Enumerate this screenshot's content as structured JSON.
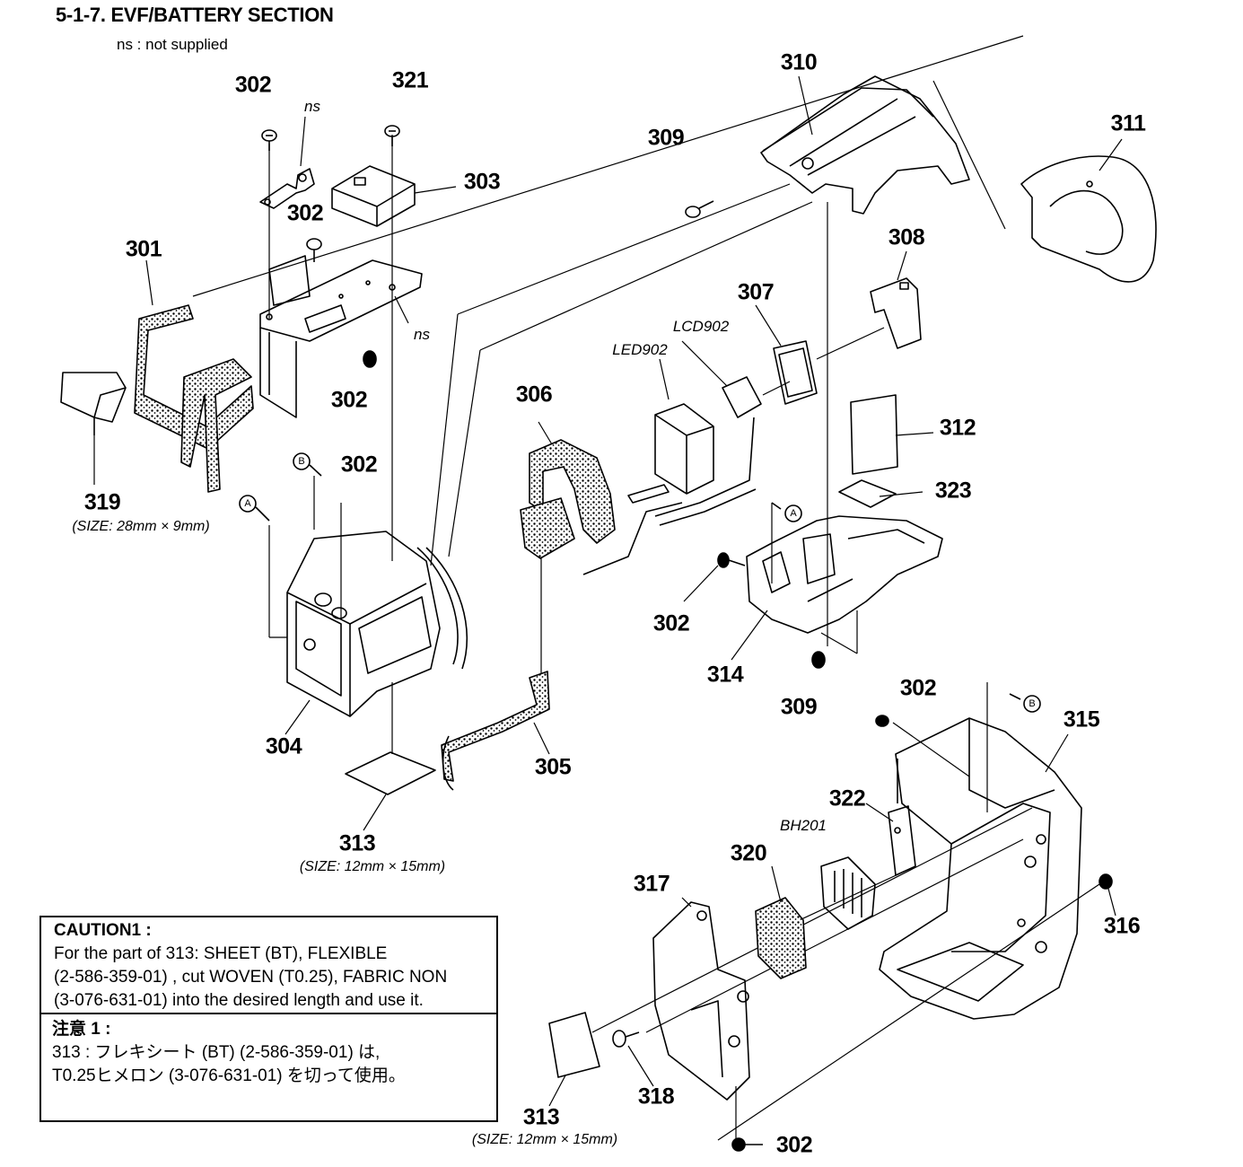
{
  "title": "5-1-7. EVF/BATTERY SECTION",
  "note": "ns : not supplied",
  "labels": {
    "p301": "301",
    "p302_top": "302",
    "p321": "321",
    "p303": "303",
    "p302_mid": "302",
    "p302_low": "302",
    "p319": "319",
    "p302_b": "302",
    "p304": "304",
    "p313_a": "313",
    "p306": "306",
    "p305": "305",
    "p309_top": "309",
    "p310": "310",
    "p311": "311",
    "p308": "308",
    "p307": "307",
    "p312": "312",
    "p323": "323",
    "p302_c": "302",
    "p314": "314",
    "p309_low": "309",
    "p302_d": "302",
    "p315": "315",
    "p322": "322",
    "p320": "320",
    "p317": "317",
    "p316": "316",
    "p318": "318",
    "p313_b": "313",
    "p302_e": "302"
  },
  "italic_labels": {
    "ns_top": "ns",
    "ns_right": "ns",
    "lcd902": "LCD902",
    "led902": "LED902",
    "bh201": "BH201"
  },
  "markers": {
    "a": "A",
    "b": "B"
  },
  "sizes": {
    "s319": "(SIZE: 28mm × 9mm)",
    "s313a": "(SIZE: 12mm × 15mm)",
    "s313b": "(SIZE: 12mm × 15mm)"
  },
  "caution": {
    "heading": "CAUTION1 :",
    "lines": [
      "For the part of 313: SHEET (BT), FLEXIBLE",
      "(2-586-359-01) , cut WOVEN (T0.25), FABRIC NON",
      "(3-076-631-01) into the desired length and use it."
    ],
    "jp_heading": "注意 1 :",
    "jp_lines": [
      "313 : フレキシート (BT) (2-586-359-01) は,",
      "T0.25ヒメロン (3-076-631-01) を切って使用。"
    ]
  }
}
